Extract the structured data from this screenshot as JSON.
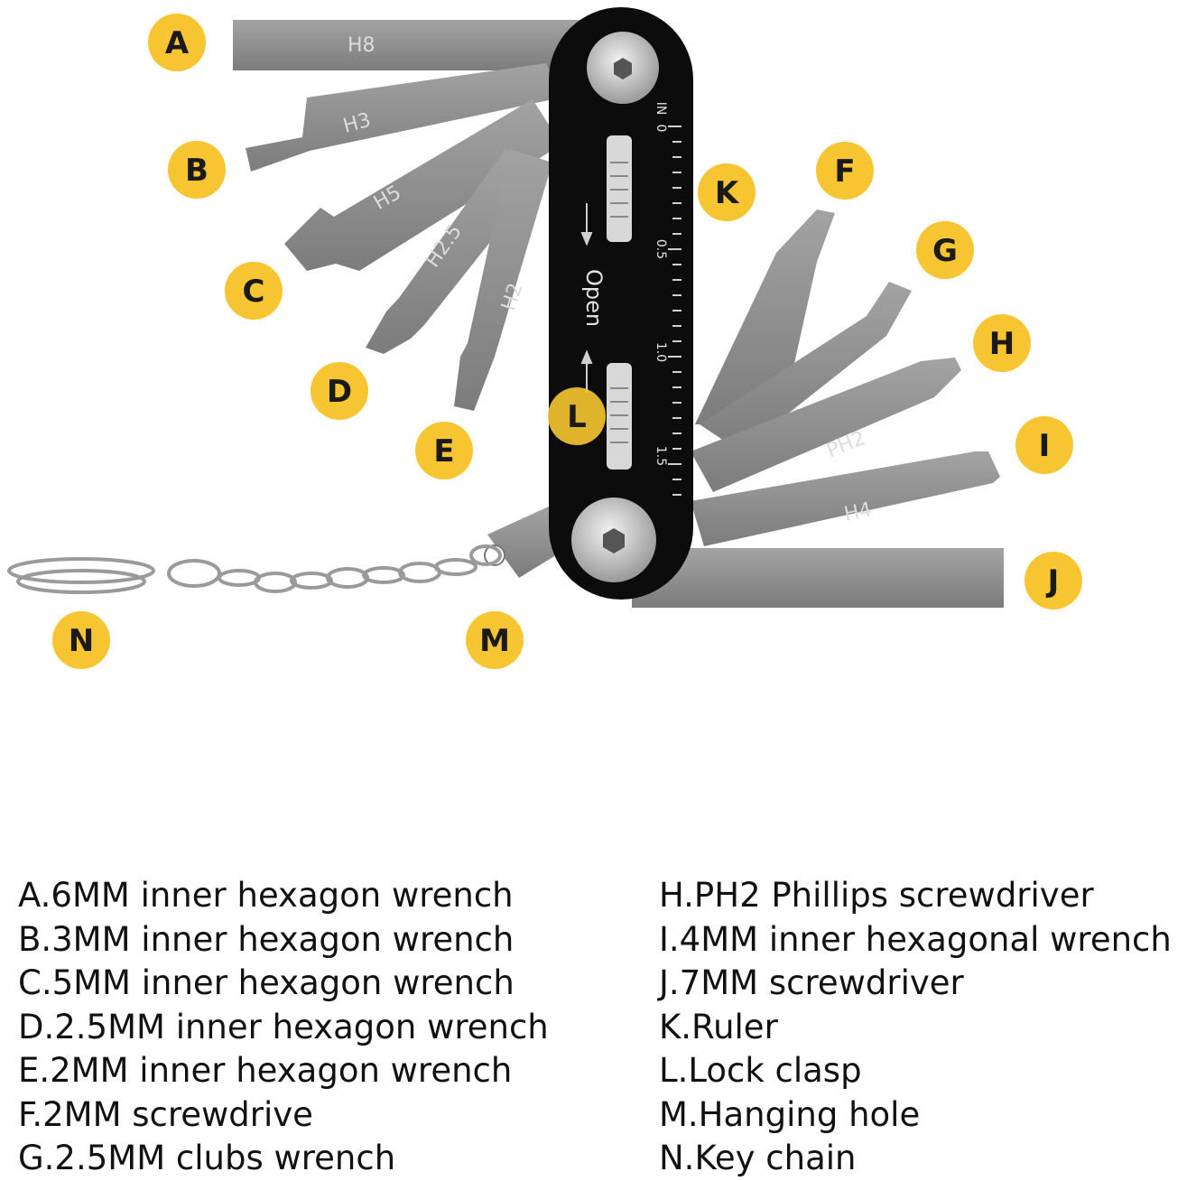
{
  "tool_markings": {
    "a": "H8",
    "b": "H3",
    "c": "H5",
    "d": "H2.5",
    "e": "H2",
    "h": "PH2",
    "i": "H4"
  },
  "body_markings": {
    "open": "Open",
    "ruler_unit": "IN",
    "ruler_zero": "0",
    "ruler_half": "0.5",
    "ruler_one": "1.0",
    "ruler_one_half": "1.5"
  },
  "badges": {
    "a": "A",
    "b": "B",
    "c": "C",
    "d": "D",
    "e": "E",
    "f": "F",
    "g": "G",
    "h": "H",
    "i": "I",
    "j": "J",
    "k": "K",
    "l": "L",
    "m": "M",
    "n": "N"
  },
  "colors": {
    "badge": "#f7c531",
    "tool_steel": "#8f8f8f",
    "body": "#0c0c0c"
  },
  "legend": {
    "left": [
      "A.6MM inner hexagon wrench",
      "B.3MM inner hexagon wrench",
      "C.5MM inner hexagon wrench",
      "D.2.5MM inner hexagon wrench",
      "E.2MM inner hexagon wrench",
      "F.2MM screwdrive",
      "G.2.5MM clubs wrench"
    ],
    "right": [
      "H.PH2 Phillips screwdriver",
      "I.4MM inner hexagonal wrench",
      "J.7MM screwdriver",
      "K.Ruler",
      "L.Lock clasp",
      "M.Hanging hole",
      "N.Key chain"
    ]
  }
}
